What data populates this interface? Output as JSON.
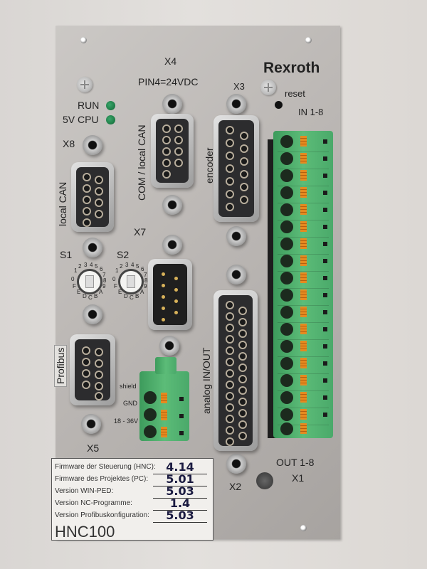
{
  "device": {
    "brand": "Rexroth",
    "model": "HNC100",
    "panel_color": "#bdb9b6"
  },
  "leds": [
    {
      "label": "RUN",
      "color": "#1d7a45"
    },
    {
      "label": "5V CPU",
      "color": "#1d7a45"
    }
  ],
  "labels": {
    "x4": "X4",
    "x4_note": "PIN4=24VDC",
    "x3": "X3",
    "reset": "reset",
    "in": "IN 1-8",
    "x8": "X8",
    "local_can": "local CAN",
    "com_can": "COM / local CAN",
    "encoder": "encoder",
    "x7": "X7",
    "s1": "S1",
    "s2": "S2",
    "profibus": "Profibus",
    "shield": "shield",
    "gnd": "GND",
    "voltage": "18 - 36V",
    "x5": "X5",
    "analog": "analog IN/OUT",
    "out": "OUT 1-8",
    "x2": "X2",
    "x1": "X1"
  },
  "rotary_dial": {
    "positions": [
      "0",
      "1",
      "2",
      "3",
      "4",
      "5",
      "6",
      "7",
      "8",
      "9",
      "A",
      "B",
      "C",
      "D",
      "E",
      "F"
    ]
  },
  "firmware_table": {
    "rows": [
      {
        "label": "Firmware der Steuerung (HNC):",
        "value": "4.14"
      },
      {
        "label": "Firmware des Projektes (PC):",
        "value": "5.01"
      },
      {
        "label": "Version WIN-PED:",
        "value": "5.03"
      },
      {
        "label": "Version NC-Programme:",
        "value": "1.4"
      },
      {
        "label": "Version Profibuskonfiguration:",
        "value": "5.03"
      }
    ]
  }
}
